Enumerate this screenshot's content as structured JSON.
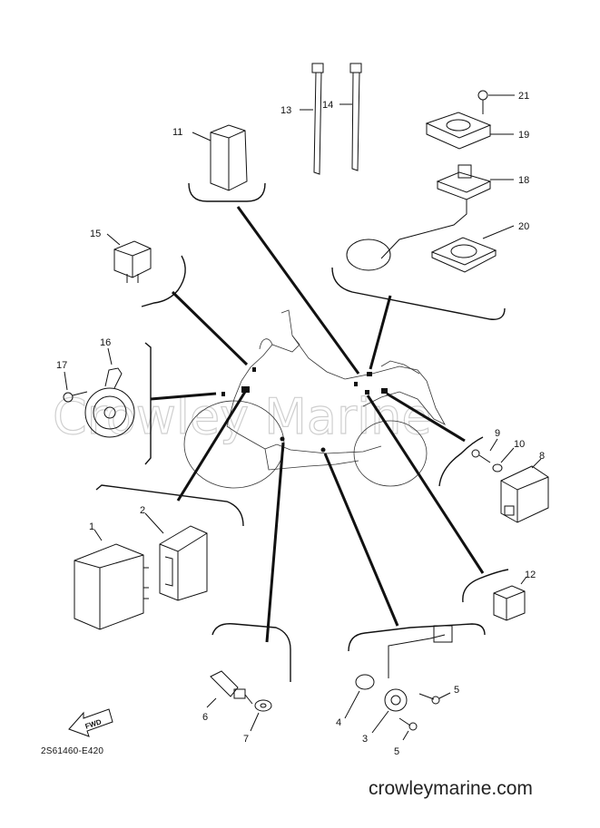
{
  "diagram": {
    "code": "2S61460-E420",
    "watermark": "Crowley Marine",
    "footer": "crowleymarine.com",
    "fwd_label": "FWD",
    "callouts": {
      "c1": "1",
      "c2": "2",
      "c3": "3",
      "c4": "4",
      "c5a": "5",
      "c5b": "5",
      "c6": "6",
      "c7": "7",
      "c8": "8",
      "c9": "9",
      "c10": "10",
      "c11": "11",
      "c12": "12",
      "c13": "13",
      "c14": "14",
      "c15": "15",
      "c16": "16",
      "c17": "17",
      "c18": "18",
      "c19": "19",
      "c20": "20",
      "c21": "21"
    }
  }
}
